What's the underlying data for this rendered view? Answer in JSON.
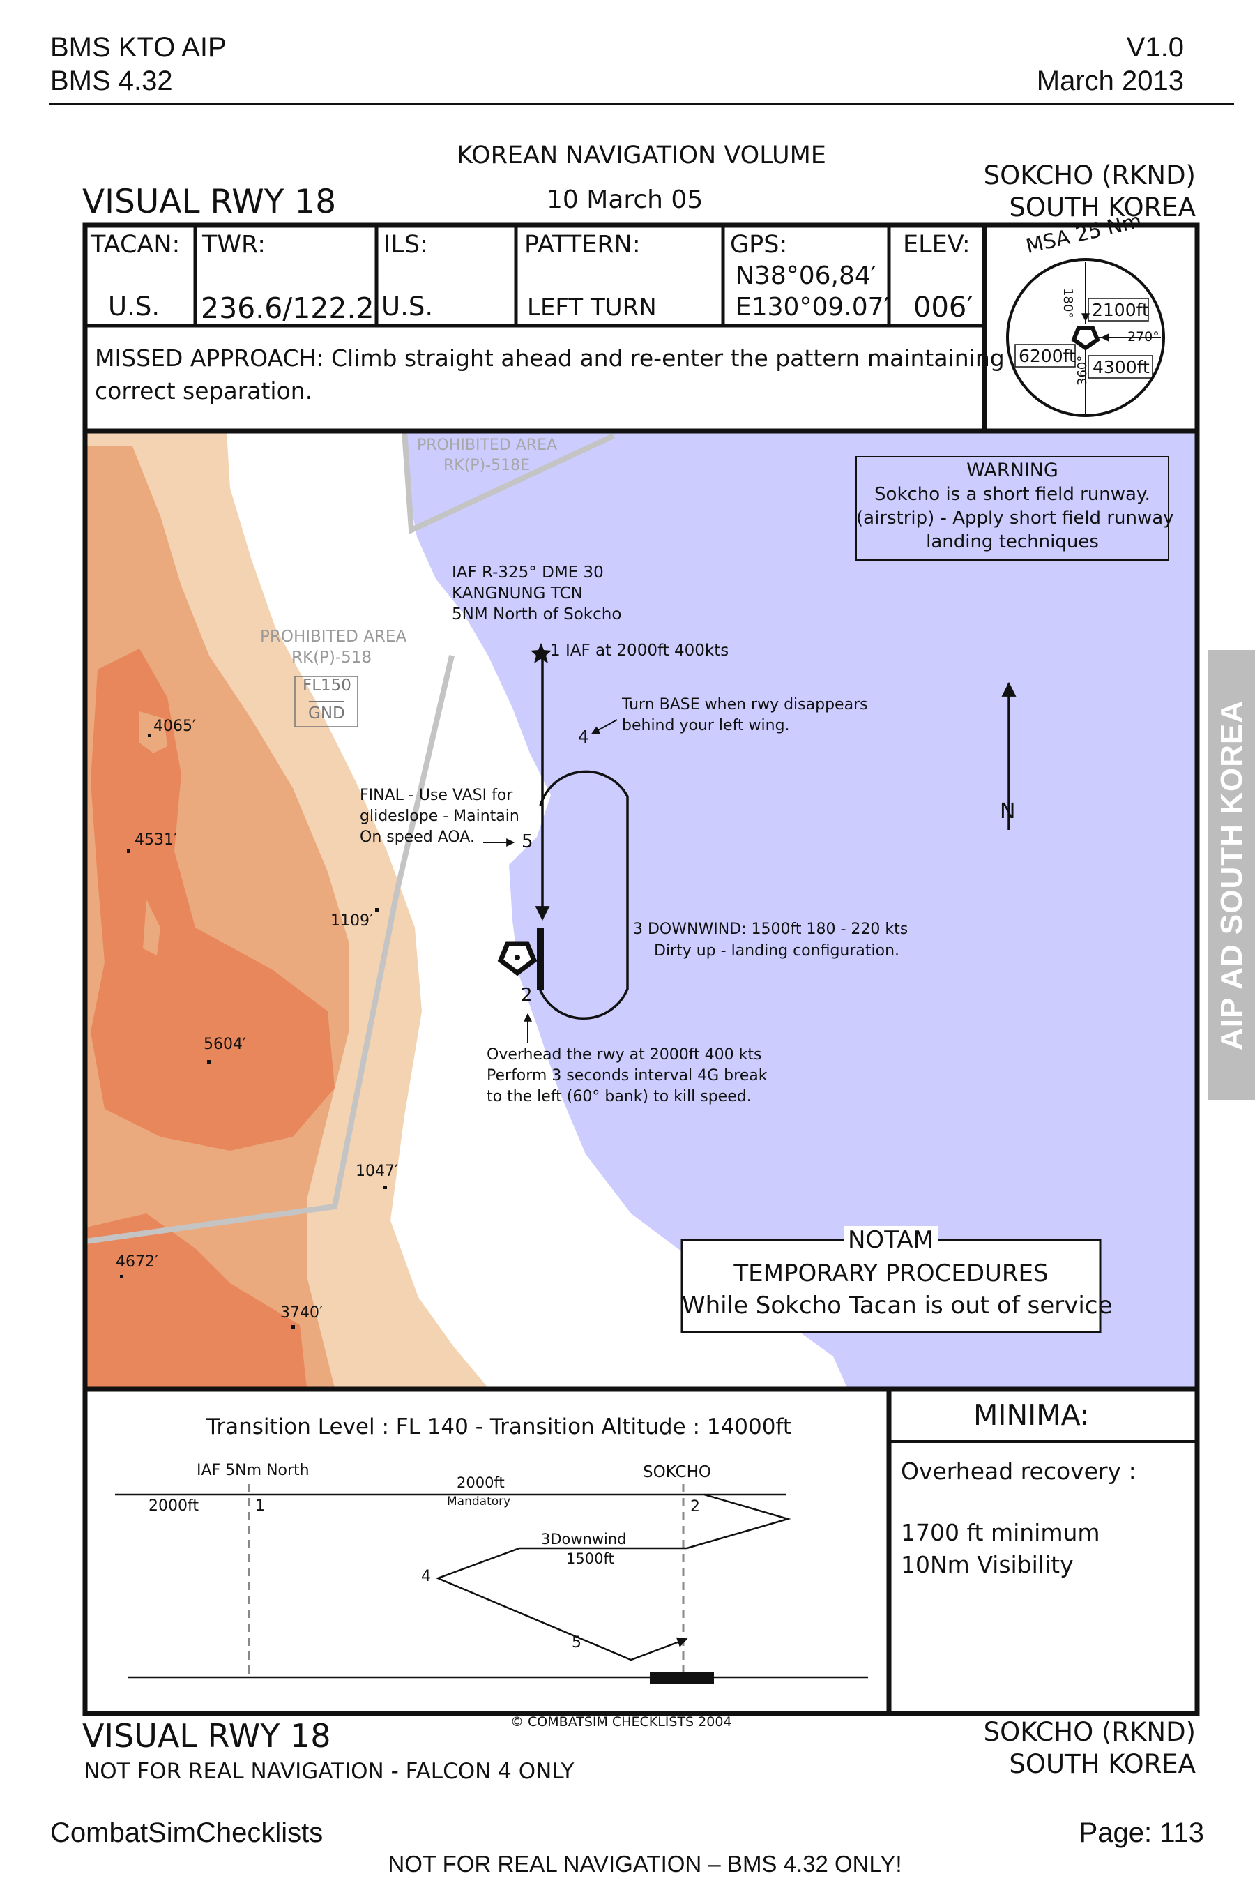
{
  "page_header": {
    "left_line1": "BMS KTO AIP",
    "left_line2": "BMS 4.32",
    "right_line1": "V1.0",
    "right_line2": "March 2013"
  },
  "chart_header": {
    "volume": "KOREAN NAVIGATION VOLUME",
    "date": "10 March 05",
    "procedure": "VISUAL RWY 18",
    "airport": "SOKCHO (RKND)",
    "country": "SOUTH KOREA"
  },
  "info_table": {
    "tacan_label": "TACAN:",
    "tacan_value": "U.S.",
    "twr_label": "TWR:",
    "twr_value": "236.6/122.2",
    "ils_label": "ILS:",
    "ils_value": "U.S.",
    "pattern_label": "PATTERN:",
    "pattern_value": "LEFT TURN",
    "gps_label": "GPS:",
    "gps_lat": "N38°06,84′",
    "gps_lon": "E130°09.07′",
    "elev_label": "ELEV:",
    "elev_value": "006′",
    "missed_line1": "MISSED APPROACH: Climb straight ahead and re-enter the pattern maintaining",
    "missed_line2": "correct separation."
  },
  "msa": {
    "title": "MSA 25 Nm",
    "bearing_180": "180°",
    "bearing_270": "270°",
    "bearing_360": "360°",
    "alt_ne": "2100ft",
    "alt_w": "6200ft",
    "alt_se": "4300ft"
  },
  "map": {
    "prohibited_518e_line1": "PROHIBITED AREA",
    "prohibited_518e_line2": "RK(P)-518E",
    "prohibited_518_line1": "PROHIBITED AREA",
    "prohibited_518_line2": "RK(P)-518",
    "fl150": "FL150",
    "gnd": "GND",
    "warning_title": "WARNING",
    "warning_line1": "Sokcho is a short field runway.",
    "warning_line2": "(airstrip) - Apply short field runway",
    "warning_line3": "landing techniques",
    "iaf_line1": "IAF R-325° DME 30",
    "iaf_line2": "KANGNUNG TCN",
    "iaf_line3": "5NM North of Sokcho",
    "iaf_point": "1 IAF at 2000ft 400kts",
    "base_line1": "Turn BASE when rwy disappears",
    "base_line2": "behind your left wing.",
    "final_line1": "FINAL - Use VASI for",
    "final_line2": "glideslope - Maintain",
    "final_line3": "On speed AOA.",
    "downwind_line1": "3  DOWNWIND: 1500ft 180 - 220 kts",
    "downwind_line2": "Dirty up - landing configuration.",
    "overhead_line1": "Overhead the rwy at 2000ft 400 kts",
    "overhead_line2": "Perform 3 seconds interval 4G break",
    "overhead_line3": "to the left (60° bank) to kill speed.",
    "num_2": "2",
    "num_4": "4",
    "num_5": "5",
    "north": "N",
    "elev_4065": "4065′",
    "elev_4531": "4531′",
    "elev_1109": "1109′",
    "elev_5604": "5604′",
    "elev_1047": "1047′",
    "elev_4672": "4672′",
    "elev_3740": "3740′",
    "notam_title": "NOTAM",
    "notam_line1": "TEMPORARY PROCEDURES",
    "notam_line2": "While Sokcho Tacan is out of service"
  },
  "profile": {
    "transition": "Transition Level : FL 140  -  Transition Altitude : 14000ft",
    "iaf_label": "IAF  5Nm North",
    "sokcho_label": "SOKCHO",
    "alt_left": "2000ft",
    "alt_mid": "2000ft",
    "mandatory": "Mandatory",
    "downwind": "3Downwind",
    "downwind_alt": "1500ft",
    "pt1": "1",
    "pt2": "2",
    "pt4": "4",
    "pt5": "5"
  },
  "minima": {
    "title": "MINIMA:",
    "line1": "Overhead recovery :",
    "line2": "1700 ft minimum",
    "line3": "10Nm Visibility"
  },
  "chart_footer": {
    "procedure": "VISUAL RWY 18",
    "disclaimer": "NOT FOR REAL NAVIGATION - FALCON 4 ONLY",
    "copyright": "© COMBATSIM CHECKLISTS 2004",
    "airport": "SOKCHO (RKND)",
    "country": "SOUTH KOREA"
  },
  "page_footer": {
    "left": "CombatSimChecklists",
    "right": "Page: 113",
    "bottom": "NOT FOR REAL NAVIGATION – BMS 4.32 ONLY!"
  },
  "side_tab": "AIP AD  SOUTH KOREA",
  "colors": {
    "sea": "#ccccff",
    "terrain_light": "#f4d3b3",
    "terrain_mid": "#eba97e",
    "terrain_dark": "#e8875b",
    "tab_gray": "#bdbdbd"
  },
  "icons": [
    "star-icon",
    "tacan-symbol-icon",
    "north-arrow-icon",
    "arrow-icon"
  ]
}
